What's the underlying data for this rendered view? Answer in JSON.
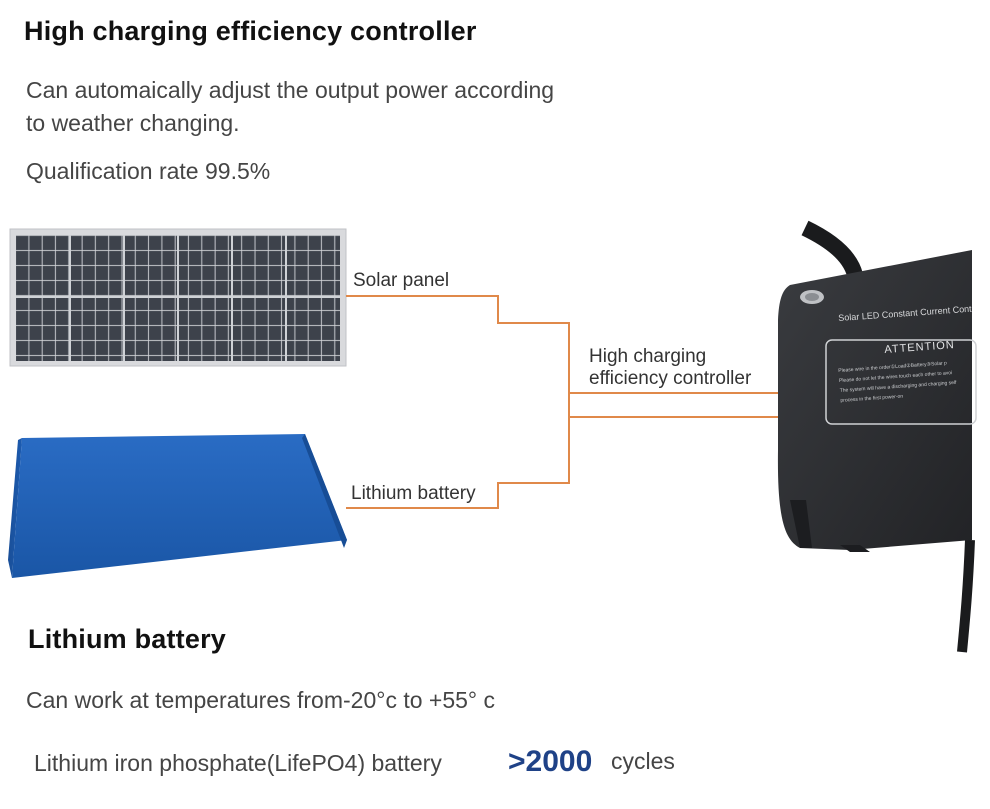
{
  "header": {
    "title": "High charging efficiency controller",
    "desc_line1": "Can automaically adjust the output power according",
    "desc_line2": "to weather changing.",
    "qualification": "Qualification rate 99.5%"
  },
  "diagram": {
    "solar_label": "Solar panel",
    "controller_label_line1": "High charging",
    "controller_label_line2": "efficiency controller",
    "battery_label": "Lithium battery",
    "device_text": {
      "brand_line": "Solar LED Constant Current Cont",
      "attention": "ATTENTION",
      "notes": [
        "Please wire in the order①Load②Battery③Solar p",
        "Please do not let the wires touch each other to avoi",
        "The system will have a discharging and charging self",
        "process in the first power-on"
      ]
    },
    "colors": {
      "connector": "#e0894a",
      "panel_cell": "#3a3f48",
      "battery": "#1f5fb5",
      "device": "#2e3033"
    }
  },
  "footer": {
    "title": "Lithium battery",
    "temp_text": "Can work at temperatures from-20°c to +55° c",
    "chem_text": "Lithium iron phosphate(LifePO4) battery",
    "cycles_value": ">2000",
    "cycles_unit": "cycles"
  }
}
